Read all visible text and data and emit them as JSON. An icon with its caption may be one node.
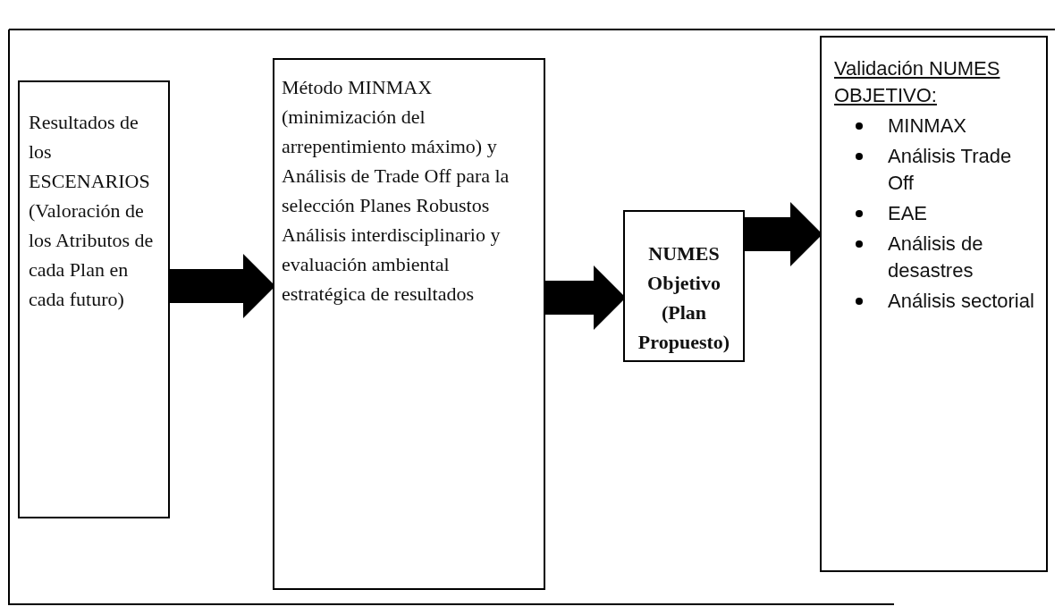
{
  "diagram": {
    "nodes": [
      {
        "text": [
          "Resultados de los ESCENARIOS (Valoración de los Atributos de cada Plan en cada futuro)"
        ]
      },
      {
        "text": [
          "Método MINMAX (minimización del arrepentimiento máximo) y Análisis de Trade Off para la selección Planes Robustos",
          "Análisis interdisciplinario y evaluación ambiental estratégica de resultados"
        ]
      },
      {
        "text": [
          "NUMES Objetivo (Plan Propuesto)"
        ]
      },
      {
        "text": [
          "Validación NUMES OBJETIVO:",
          "MINMAX",
          "Análisis Trade Off",
          "EAE",
          "Análisis de desastres",
          "Análisis sectorial"
        ]
      }
    ],
    "edges": [
      {
        "from": 0,
        "to": 1,
        "arrow": "to"
      },
      {
        "from": 1,
        "to": 2,
        "arrow": "to"
      },
      {
        "from": 2,
        "to": 3,
        "arrow": "to"
      }
    ]
  }
}
